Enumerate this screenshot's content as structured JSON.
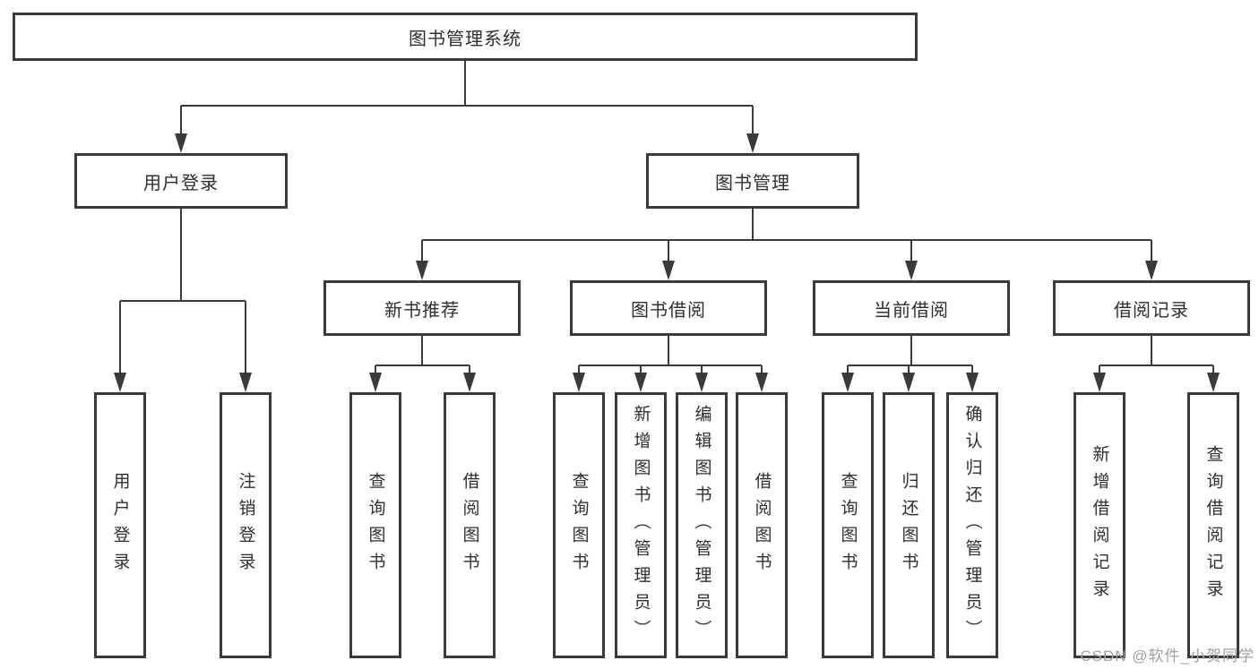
{
  "diagram": {
    "root": {
      "label": "图书管理系统"
    },
    "branches": [
      {
        "label": "用户登录",
        "children": [
          {
            "label": "用户登录"
          },
          {
            "label": "注销登录"
          }
        ]
      },
      {
        "label": "图书管理",
        "children": [
          {
            "label": "新书推荐",
            "children": [
              {
                "label": "查询图书"
              },
              {
                "label": "借阅图书"
              }
            ]
          },
          {
            "label": "图书借阅",
            "children": [
              {
                "label": "查询图书"
              },
              {
                "label": "新增图书（管理员）"
              },
              {
                "label": "编辑图书（管理员）"
              },
              {
                "label": "借阅图书"
              }
            ]
          },
          {
            "label": "当前借阅",
            "children": [
              {
                "label": "查询图书"
              },
              {
                "label": "归还图书"
              },
              {
                "label": "确认归还（管理员）"
              }
            ]
          },
          {
            "label": "借阅记录",
            "children": [
              {
                "label": "新增借阅记录"
              },
              {
                "label": "查询借阅记录"
              }
            ]
          }
        ]
      }
    ]
  },
  "watermark": {
    "text": "CSDN @软件_小贺同学",
    "color": "#a0a0a3"
  },
  "colors": {
    "line": "#3a3a3a",
    "text": "#2f2f2f",
    "background": "#ffffff"
  }
}
